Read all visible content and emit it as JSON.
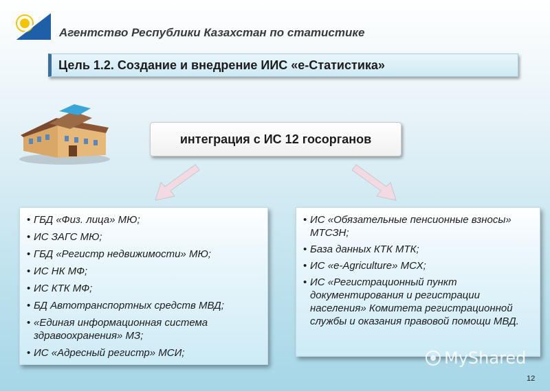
{
  "header": {
    "agency": "Агентство Республики Казахстан по статистике"
  },
  "title": "Цель 1.2. Создание и внедрение ИИС «е-Статистика»",
  "center_box": "интеграция с ИС 12 госорганов",
  "left_list": [
    "ГБД «Физ. лица» МЮ;",
    "ИС ЗАГС МЮ;",
    "ГБД «Регистр недвижимости» МЮ;",
    "ИС НК МФ;",
    "ИС КТК МФ;",
    "БД Автотранспортных средств МВД;",
    "«Единая информационная система здравоохранения» МЗ;",
    "ИС «Адресный регистр» МСИ;"
  ],
  "right_list": [
    "ИС «Обязательные пенсионные взносы» МТСЗН;",
    "База данных КТК МТК;",
    "ИС «е-Agriculture» МСХ;",
    "ИС «Регистрационный пункт документирования и регистрации населения» Комитета регистрационной службы и оказания правовой помощи МВД."
  ],
  "watermark": "MyShared",
  "page_number": "12",
  "colors": {
    "accent": "#3c6f99",
    "logo_blue": "#1f5fa8",
    "logo_yellow": "#f5c400",
    "arrow": "#f3d9e2"
  }
}
